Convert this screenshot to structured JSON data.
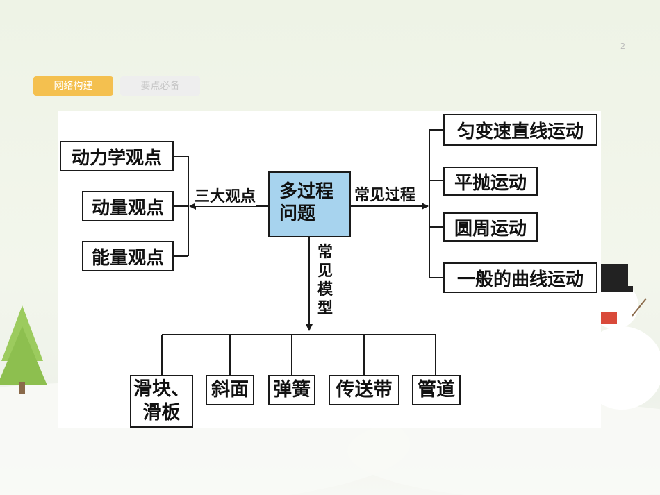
{
  "page_number": "2",
  "tabs": [
    {
      "label": "网络构建",
      "active": true
    },
    {
      "label": "要点必备",
      "active": false
    }
  ],
  "colors": {
    "tab_active": "#f4c04f",
    "tab_inactive": "#eeeeee",
    "center_box": "#a7d3ee"
  },
  "diagram": {
    "center": "多过程\n问题",
    "left_label": "三大观点",
    "right_label": "常见过程",
    "down_label": "常见模型",
    "viewpoints": [
      "动力学观点",
      "动量观点",
      "能量观点"
    ],
    "processes": [
      "匀变速直线运动",
      "平抛运动",
      "圆周运动",
      "一般的曲线运动"
    ],
    "models": [
      "滑块、\n滑板",
      "斜面",
      "弹簧",
      "传送带",
      "管道"
    ]
  }
}
